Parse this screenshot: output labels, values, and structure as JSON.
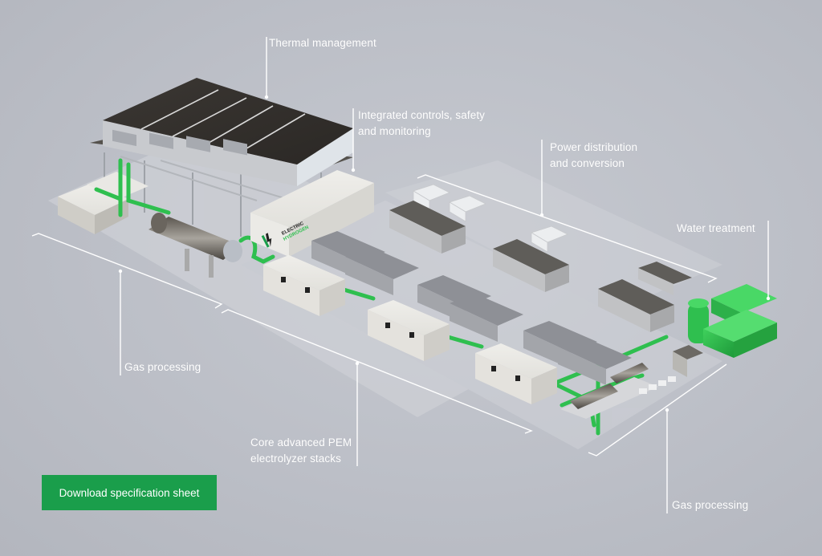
{
  "colors": {
    "background": "#bcbfc7",
    "accent_green": "#1a9e4b",
    "pipe_green": "#2fbf4f",
    "callout_line": "#ffffff"
  },
  "callouts": {
    "thermal_management": "Thermal management",
    "integrated_controls_line1": "Integrated controls, safety",
    "integrated_controls_line2": "and monitoring",
    "power_distribution_line1": "Power distribution",
    "power_distribution_line2": "and conversion",
    "water_treatment": "Water treatment",
    "gas_processing_left": "Gas processing",
    "pem_stacks_line1": "Core advanced PEM",
    "pem_stacks_line2": "electrolyzer stacks",
    "gas_processing_right": "Gas processing"
  },
  "container_logo": {
    "line1": "ELECTRIC",
    "line2": "HYDROGEN",
    "icon": "lightning-bolt-icon"
  },
  "download_button": {
    "label": "Download specification sheet"
  }
}
